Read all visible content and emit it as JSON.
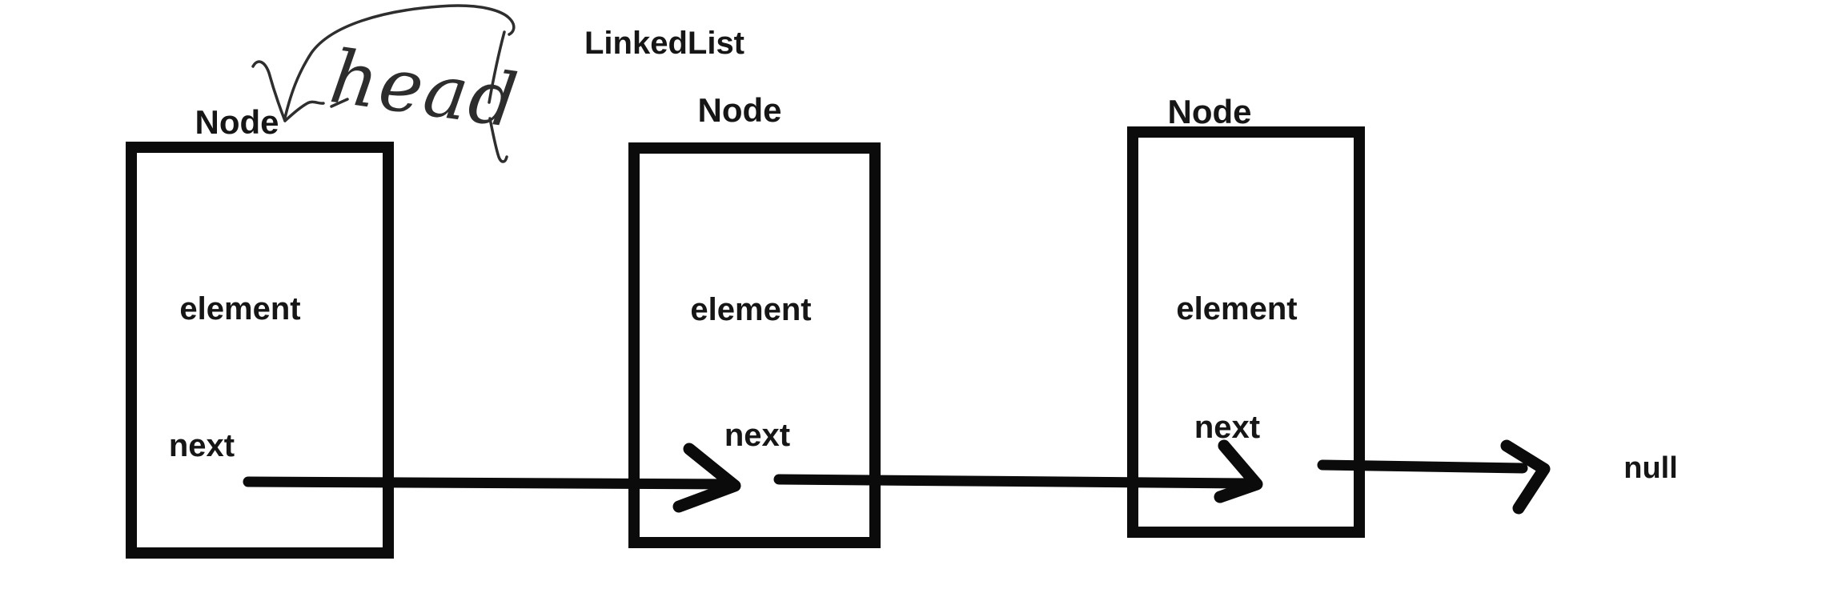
{
  "title": "LinkedList",
  "annotation": {
    "label": "head"
  },
  "nodes": [
    {
      "label": "Node",
      "field_element": "element",
      "field_next": "next"
    },
    {
      "label": "Node",
      "field_element": "element",
      "field_next": "next"
    },
    {
      "label": "Node",
      "field_element": "element",
      "field_next": "next"
    }
  ],
  "terminator_label": "null",
  "colors": {
    "ink": "#0b0b0b",
    "text": "#161616",
    "scribble": "#2e2e2e",
    "background": "#ffffff"
  }
}
